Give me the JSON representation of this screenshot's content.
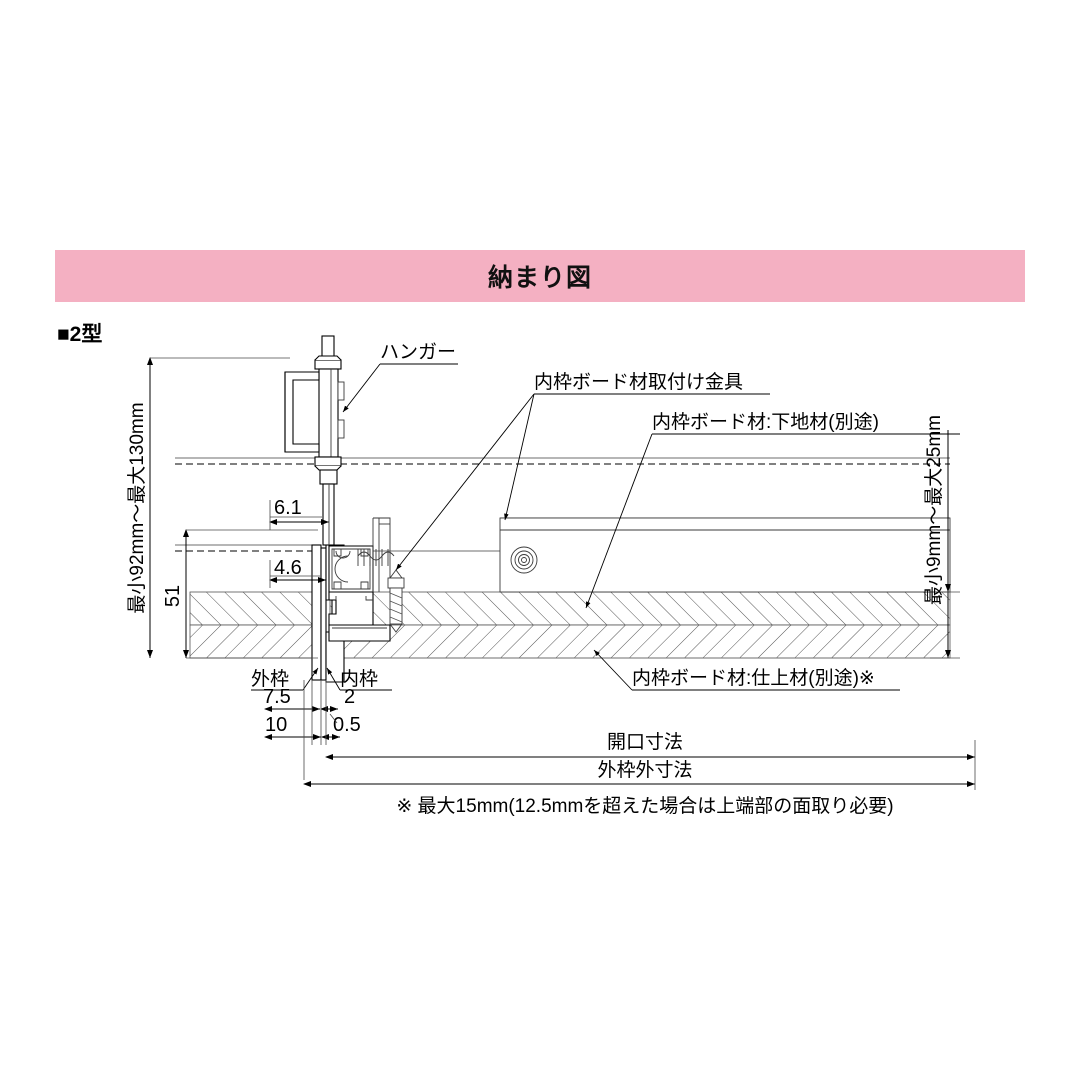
{
  "banner": {
    "title": "納まり図",
    "color": "#f4b0c2"
  },
  "type_label": "■2型",
  "annotations": {
    "hanger": "ハンガー",
    "bracket": "内枠ボード材取付け金具",
    "base_board": "内枠ボード材:下地材(別途)",
    "finish_board": "内枠ボード材:仕上材(別途)※"
  },
  "frame_labels": {
    "outer": "外枠",
    "inner": "内枠"
  },
  "dimensions": {
    "vertical_left_main": "最小92mm～最大130mm",
    "vertical_left_sub": "51",
    "vertical_right": "最小9mm～最大25mm",
    "d_6_1": "6.1",
    "d_4_6": "4.6",
    "d_7_5": "7.5",
    "d_2": "2",
    "d_10": "10",
    "d_0_5": "0.5",
    "opening": "開口寸法",
    "outer_frame_outer": "外枠外寸法"
  },
  "footnote": "※ 最大15mm(12.5mmを超えた場合は上端部の面取り必要)"
}
